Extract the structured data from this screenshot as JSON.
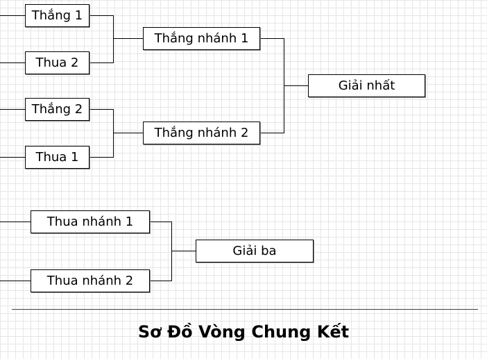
{
  "bracket": {
    "winners": {
      "r1_top": "Thắng 1",
      "r1_second": "Thua 2",
      "r1_third": "Thắng 2",
      "r1_bottom": "Thua 1",
      "semi_1": "Thắng nhánh 1",
      "semi_2": "Thắng nhánh 2",
      "final": "Giải nhất"
    },
    "third_place": {
      "entry_1": "Thua nhánh 1",
      "entry_2": "Thua nhánh 2",
      "result": "Giải ba"
    }
  },
  "footer": {
    "title": "Sơ Đồ Vòng Chung Kết"
  }
}
